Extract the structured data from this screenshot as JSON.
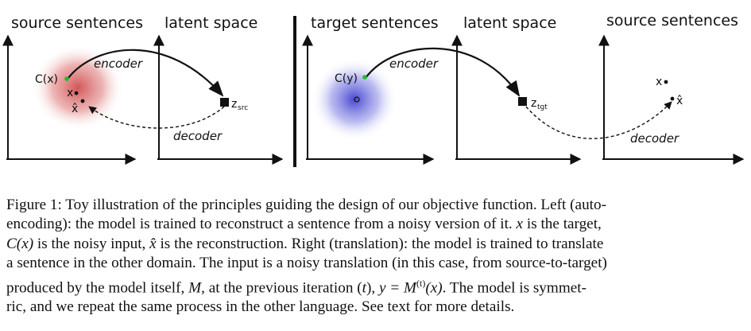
{
  "figure": {
    "left": {
      "title_source": "source sentences",
      "title_latent": "latent space",
      "encoder": "encoder",
      "decoder": "decoder",
      "point_cx": "C(x)",
      "point_x": "x",
      "point_xhat": "x̂",
      "z_main": "z",
      "z_sub": "src"
    },
    "right": {
      "title_target": "target sentences",
      "title_latent": "latent space",
      "title_source": "source sentences",
      "encoder": "encoder",
      "decoder": "decoder",
      "point_cy": "C(y)",
      "point_x": "x",
      "point_xhat": "x̂",
      "z_main": "z",
      "z_sub": "tgt"
    },
    "colors": {
      "left_blob": "#d04848",
      "right_blob": "#3c3cd2",
      "point_green": "#22bb22"
    }
  },
  "caption": {
    "line1": "Figure 1: Toy illustration of the principles guiding the design of our objective function. Left (auto-",
    "line2": "encoding): the model is trained to reconstruct a sentence from a noisy version of it. ",
    "line2_m1": "x",
    "line2_end": " is the target,",
    "line3_m1": "C(x)",
    "line3_a": " is the noisy input, ",
    "line3_m2": "x̂",
    "line3_b": " is the reconstruction. Right (translation): the model is trained to translate",
    "line4": "a sentence in the other domain. The input is a noisy translation (in this case, from source-to-target)",
    "line5_a": "produced by the model itself, ",
    "line5_m1": "M",
    "line5_b": ", at the previous iteration (",
    "line5_m2": "t",
    "line5_c": "), ",
    "line5_m3": "y = M",
    "line5_sup": "(t)",
    "line5_m4": "(x)",
    "line5_d": ". The model is symmet-",
    "line6": "ric, and we repeat the same process in the other language. See text for more details."
  }
}
